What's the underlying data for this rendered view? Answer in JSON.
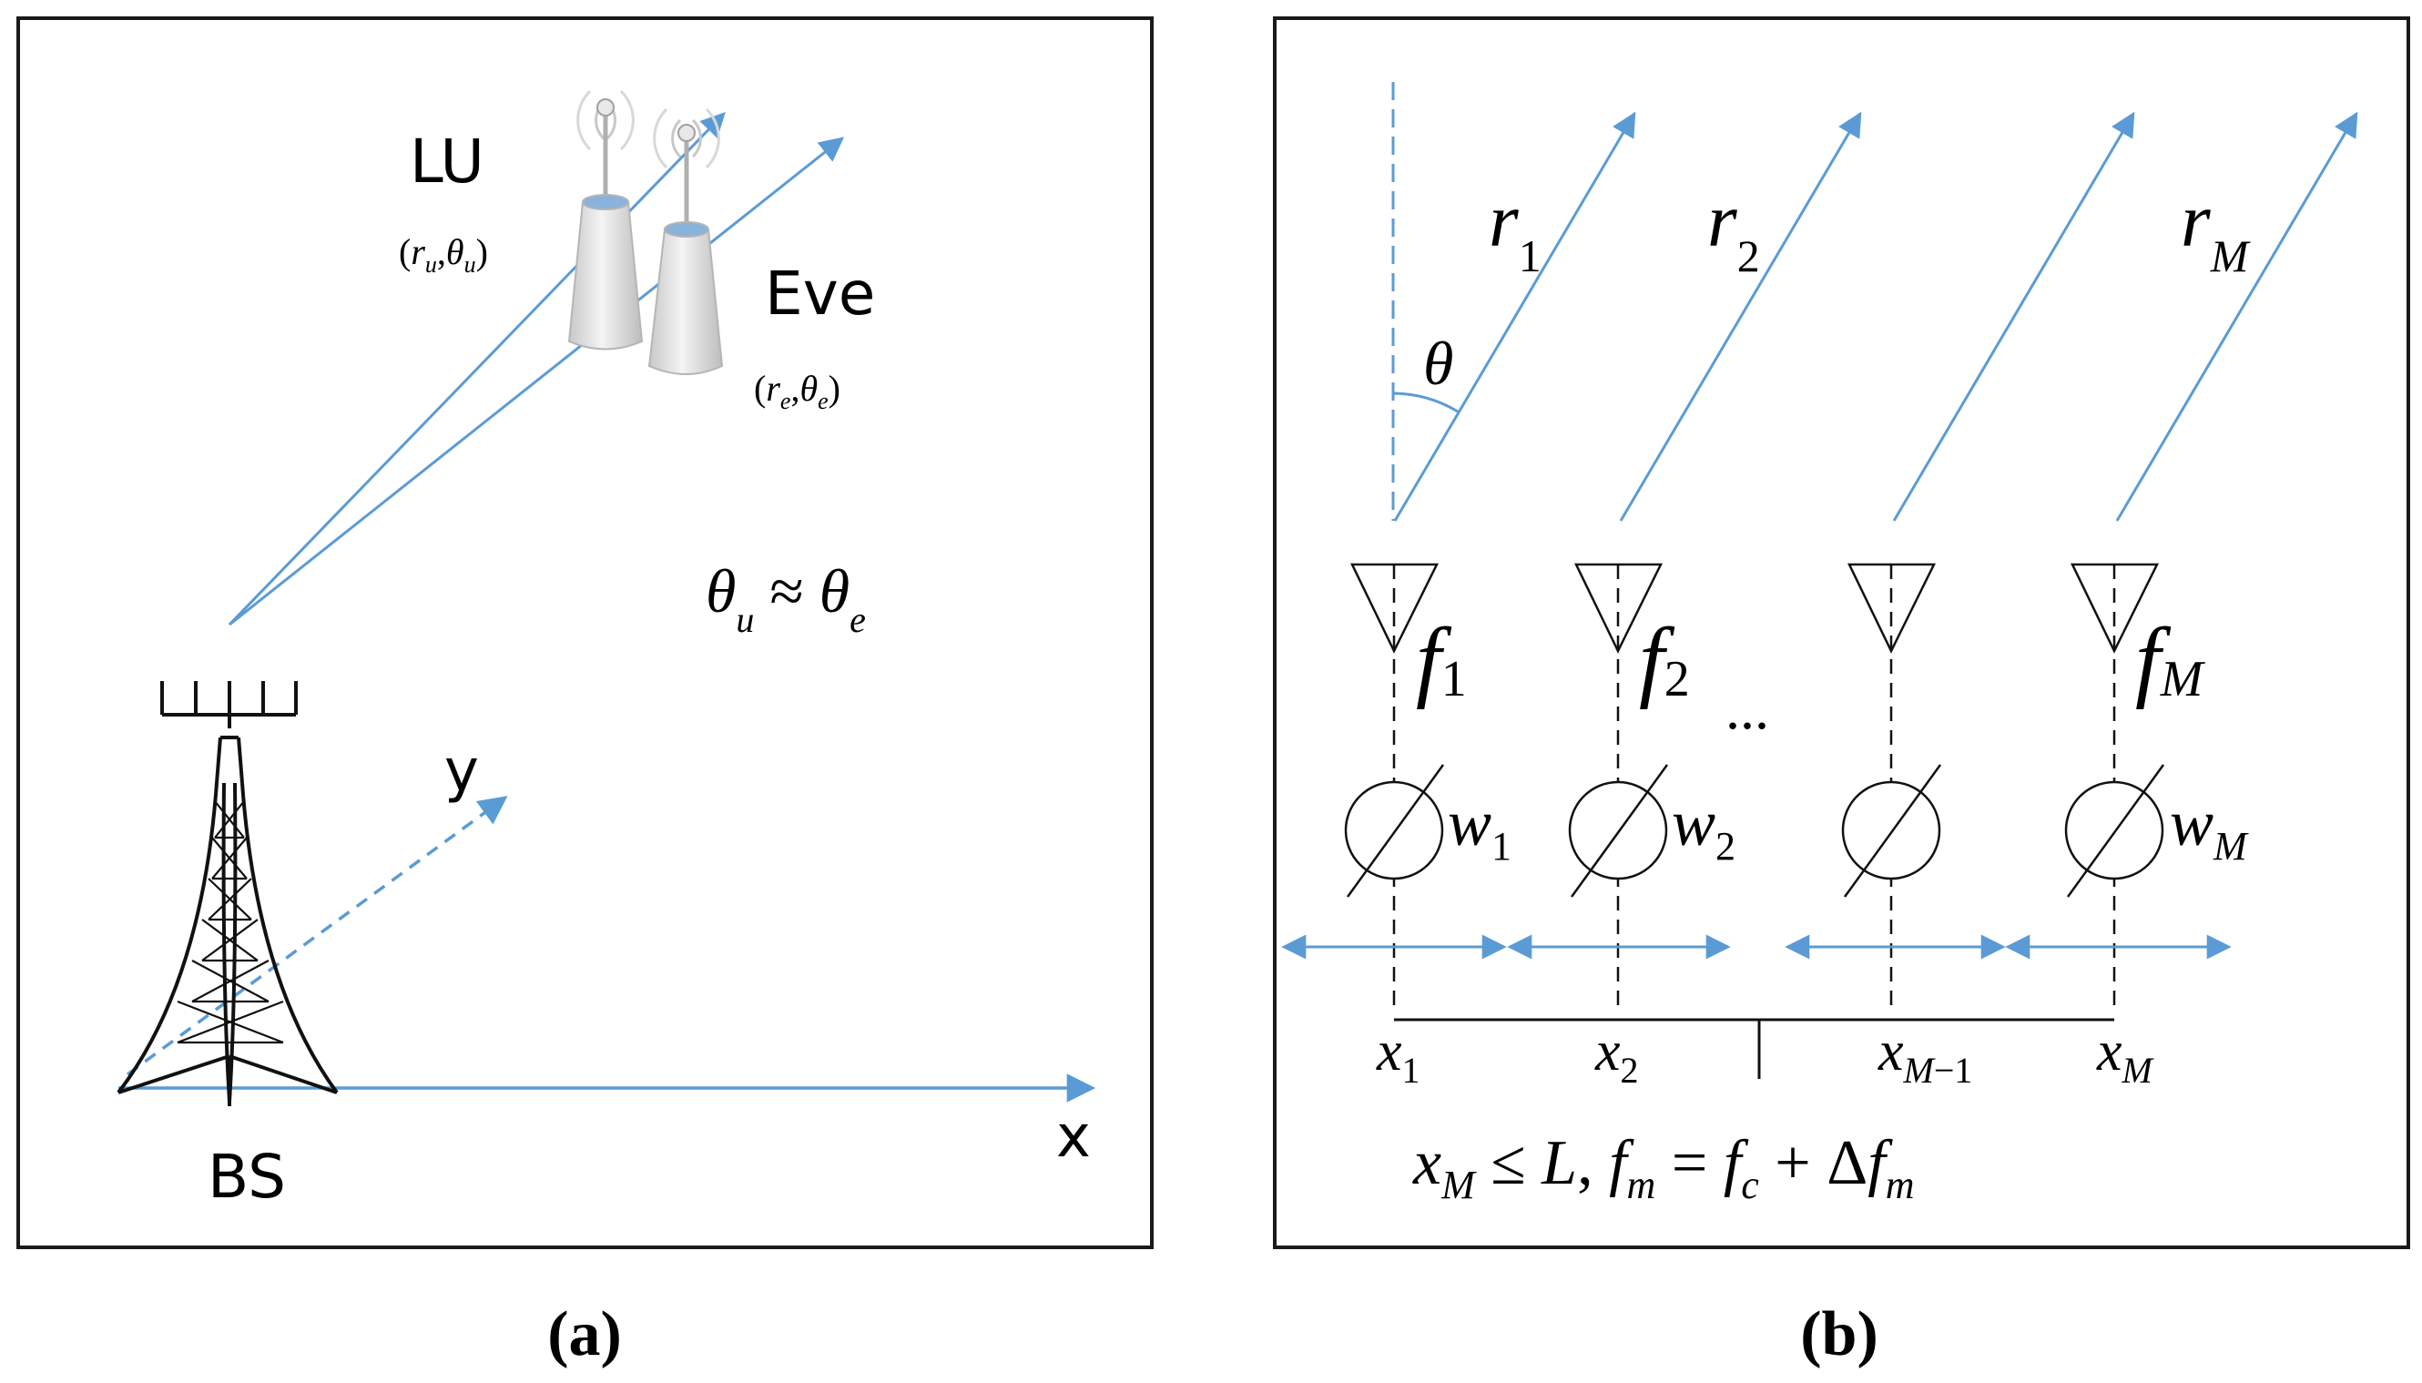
{
  "panel_a": {
    "label_lu": "LU",
    "label_lu_coord": "(r_u, θ_u)",
    "label_eve": "Eve",
    "label_eve_coord": "(r_e, θ_e)",
    "relation": "θ_u ≈ θ_e",
    "axis_x": "x",
    "axis_y": "y",
    "label_bs": "BS",
    "caption": "(a)"
  },
  "panel_b": {
    "ranges": [
      "r1",
      "r2",
      "rM"
    ],
    "angle": "θ",
    "freqs": [
      "f1",
      "f2",
      "fM"
    ],
    "ellipsis": "...",
    "weights": [
      "w1",
      "w2",
      "wM"
    ],
    "positions": [
      "x1",
      "x2",
      "xM−1",
      "xM"
    ],
    "constraint": "x_M ≤ L, f_m = f_c + Δf_m",
    "caption": "(b)"
  },
  "colors": {
    "arrow": "#5b9bd5",
    "line": "#000000"
  }
}
